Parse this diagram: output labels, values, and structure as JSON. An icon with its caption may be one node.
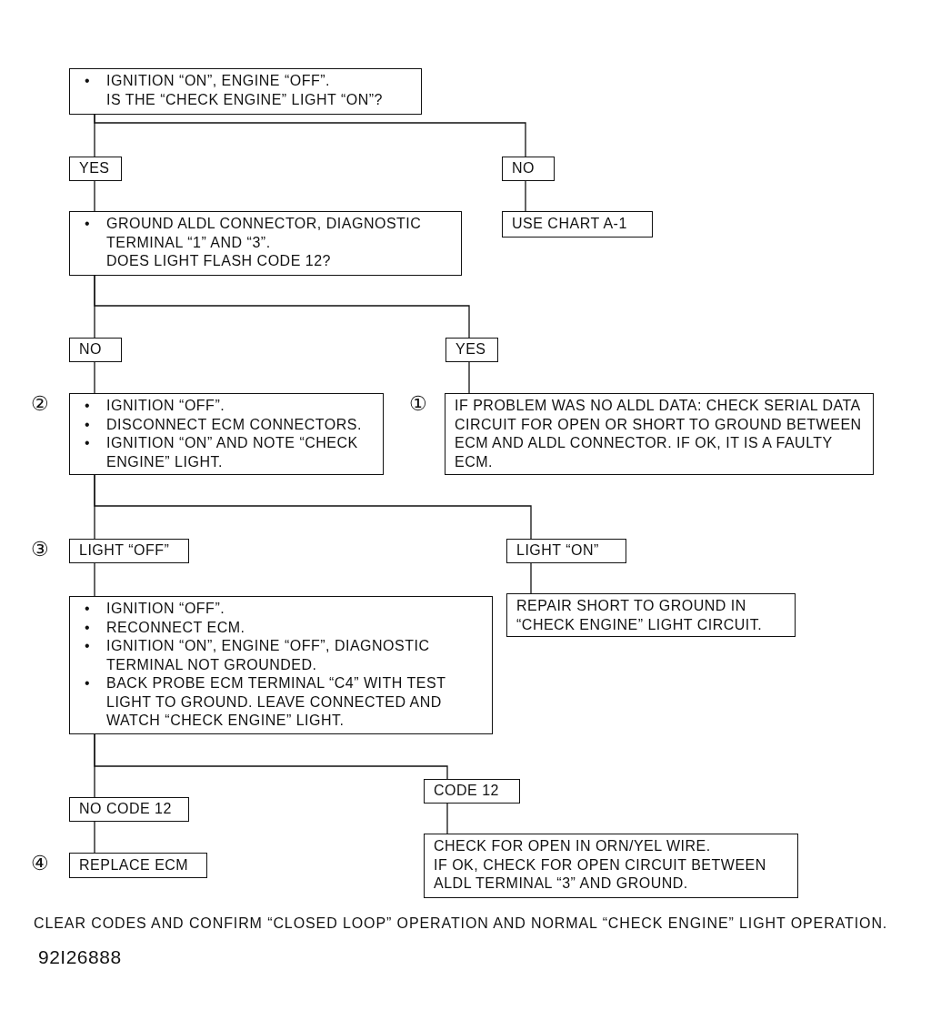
{
  "diagram": {
    "nodes": [
      {
        "text": [
          "• IGNITION “ON”, ENGINE “OFF”.",
          "IS THE “CHECK ENGINE” LIGHT “ON”?"
        ]
      },
      {
        "text": [
          "YES"
        ]
      },
      {
        "text": [
          "NO"
        ]
      },
      {
        "text": [
          "USE CHART A-1"
        ]
      },
      {
        "text": [
          "• GROUND ALDL CONNECTOR, DIAGNOSTIC TERMINAL “1” AND “3”.",
          "DOES LIGHT FLASH CODE 12?"
        ]
      },
      {
        "text": [
          "NO"
        ]
      },
      {
        "text": [
          "YES"
        ]
      },
      {
        "text": [
          "• IGNITION “OFF”.",
          "• DISCONNECT ECM CONNECTORS.",
          "• IGNITION “ON” AND NOTE “CHECK ENGINE” LIGHT."
        ],
        "beside": [
          "②"
        ]
      },
      {
        "text": [
          "IF PROBLEM WAS NO ALDL DATA: CHECK SERIAL DATA CIRCUIT FOR OPEN OR SHORT TO GROUND BETWEEN ECM AND ALDL CONNECTOR. IF OK, IT IS A FAULTY ECM."
        ],
        "beside": [
          "①"
        ]
      },
      {
        "text": [
          "LIGHT “OFF”"
        ],
        "beside": [
          "③"
        ]
      },
      {
        "text": [
          "LIGHT “ON”"
        ]
      },
      {
        "text": [
          "• IGNITION “OFF”.",
          "• RECONNECT ECM.",
          "• IGNITION “ON”, ENGINE “OFF”, DIAGNOSTIC TERMINAL NOT GROUNDED.",
          "• BACK PROBE ECM TERMINAL “C4” WITH TEST LIGHT TO GROUND. LEAVE CONNECTED AND WATCH “CHECK ENGINE” LIGHT."
        ]
      },
      {
        "text": [
          "REPAIR SHORT TO GROUND IN “CHECK ENGINE” LIGHT CIRCUIT."
        ]
      },
      {
        "text": [
          "NO CODE 12"
        ]
      },
      {
        "text": [
          "CODE 12"
        ]
      },
      {
        "text": [
          "REPLACE ECM"
        ],
        "beside": [
          "④"
        ]
      },
      {
        "text": [
          "CHECK FOR OPEN IN ORN/YEL WIRE.",
          "IF OK, CHECK FOR OPEN CIRCUIT BETWEEN ALDL TERMINAL “3” AND GROUND."
        ]
      }
    ],
    "edges": [
      {
        "from": 0,
        "to": 1,
        "arrow": "none"
      },
      {
        "from": 0,
        "to": 2,
        "arrow": "none"
      },
      {
        "from": 1,
        "to": 4,
        "arrow": "none"
      },
      {
        "from": 2,
        "to": 3,
        "arrow": "none"
      },
      {
        "from": 4,
        "to": 5,
        "arrow": "none"
      },
      {
        "from": 4,
        "to": 6,
        "arrow": "none"
      },
      {
        "from": 5,
        "to": 7,
        "arrow": "none"
      },
      {
        "from": 6,
        "to": 8,
        "arrow": "none"
      },
      {
        "from": 7,
        "to": 9,
        "arrow": "none"
      },
      {
        "from": 7,
        "to": 10,
        "arrow": "none"
      },
      {
        "from": 9,
        "to": 11,
        "arrow": "none"
      },
      {
        "from": 10,
        "to": 12,
        "arrow": "none"
      },
      {
        "from": 11,
        "to": 13,
        "arrow": "none"
      },
      {
        "from": 11,
        "to": 14,
        "arrow": "none"
      },
      {
        "from": 13,
        "to": 15,
        "arrow": "none"
      },
      {
        "from": 14,
        "to": 16,
        "arrow": "none"
      }
    ],
    "labels": [
      "CLEAR CODES AND CONFIRM “CLOSED LOOP” OPERATION AND NORMAL “CHECK ENGINE” LIGHT OPERATION.",
      "92I26888"
    ]
  }
}
